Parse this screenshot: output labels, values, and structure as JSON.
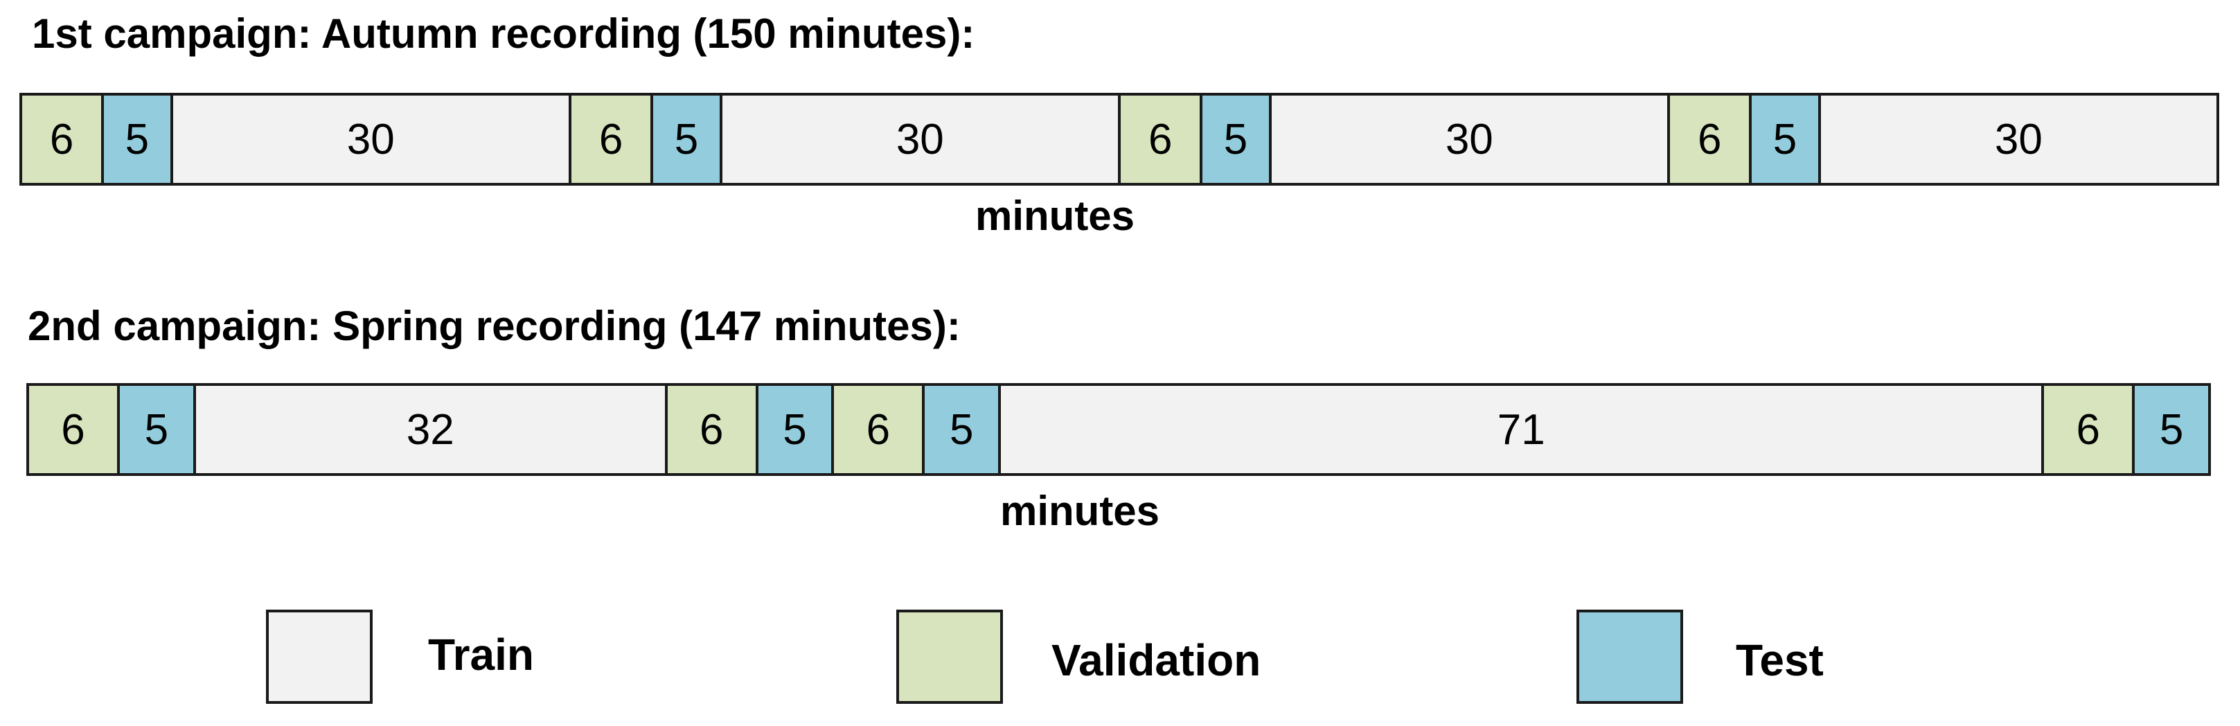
{
  "colors": {
    "train": "#f2f2f2",
    "validation": "#d7e4bd",
    "test": "#93cddd"
  },
  "campaigns": [
    {
      "title": "1st campaign: Autumn recording (150 minutes):",
      "unit_label": "minutes",
      "segments": [
        {
          "label": "6",
          "minutes": 6,
          "split": "validation"
        },
        {
          "label": "5",
          "minutes": 5,
          "split": "test"
        },
        {
          "label": "30",
          "minutes": 30,
          "split": "train"
        },
        {
          "label": "6",
          "minutes": 6,
          "split": "validation"
        },
        {
          "label": "5",
          "minutes": 5,
          "split": "test"
        },
        {
          "label": "30",
          "minutes": 30,
          "split": "train"
        },
        {
          "label": "6",
          "minutes": 6,
          "split": "validation"
        },
        {
          "label": "5",
          "minutes": 5,
          "split": "test"
        },
        {
          "label": "30",
          "minutes": 30,
          "split": "train"
        },
        {
          "label": "6",
          "minutes": 6,
          "split": "validation"
        },
        {
          "label": "5",
          "minutes": 5,
          "split": "test"
        },
        {
          "label": "30",
          "minutes": 30,
          "split": "train"
        }
      ]
    },
    {
      "title": "2nd campaign: Spring recording (147 minutes):",
      "unit_label": "minutes",
      "segments": [
        {
          "label": "6",
          "minutes": 6,
          "split": "validation"
        },
        {
          "label": "5",
          "minutes": 5,
          "split": "test"
        },
        {
          "label": "32",
          "minutes": 32,
          "split": "train"
        },
        {
          "label": "6",
          "minutes": 6,
          "split": "validation"
        },
        {
          "label": "5",
          "minutes": 5,
          "split": "test"
        },
        {
          "label": "6",
          "minutes": 6,
          "split": "validation"
        },
        {
          "label": "5",
          "minutes": 5,
          "split": "test"
        },
        {
          "label": "71",
          "minutes": 71,
          "split": "train"
        },
        {
          "label": "6",
          "minutes": 6,
          "split": "validation"
        },
        {
          "label": "5",
          "minutes": 5,
          "split": "test"
        }
      ]
    }
  ],
  "legend": [
    {
      "label": "Train",
      "split": "train"
    },
    {
      "label": "Validation",
      "split": "validation"
    },
    {
      "label": "Test",
      "split": "test"
    }
  ]
}
